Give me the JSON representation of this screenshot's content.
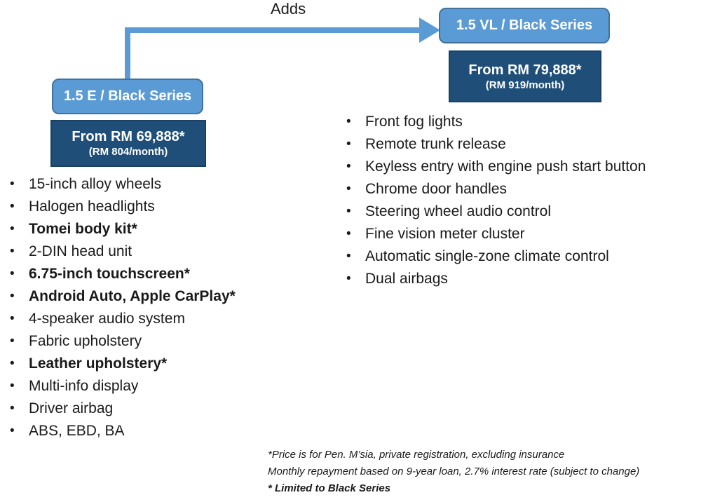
{
  "colors": {
    "accent_blue": "#5b9bd5",
    "accent_blue_border": "#41719c",
    "navy": "#1f4e79",
    "navy_border": "#1a4063",
    "text_dark": "#1a1a1a"
  },
  "icons": {
    "bullet": "•",
    "arrow": "right-arrow"
  },
  "connector": {
    "label": "Adds"
  },
  "left_trim": {
    "name": "1.5 E / Black Series",
    "price": "From RM 69,888*",
    "monthly": "(RM 804/month)"
  },
  "right_trim": {
    "name": "1.5 VL / Black Series",
    "price": "From RM 79,888*",
    "monthly": "(RM 919/month)"
  },
  "left_features": [
    {
      "text": "15-inch alloy wheels",
      "bold": false
    },
    {
      "text": "Halogen headlights",
      "bold": false
    },
    {
      "text": "Tomei body kit*",
      "bold": true
    },
    {
      "text": "2-DIN head unit",
      "bold": false
    },
    {
      "text": "6.75-inch touchscreen*",
      "bold": true
    },
    {
      "text": "Android Auto, Apple CarPlay*",
      "bold": true
    },
    {
      "text": "4-speaker audio system",
      "bold": false
    },
    {
      "text": "Fabric upholstery",
      "bold": false
    },
    {
      "text": "Leather upholstery*",
      "bold": true
    },
    {
      "text": "Multi-info display",
      "bold": false
    },
    {
      "text": "Driver airbag",
      "bold": false
    },
    {
      "text": "ABS, EBD, BA",
      "bold": false
    }
  ],
  "right_features": [
    {
      "text": "Front fog lights",
      "bold": false
    },
    {
      "text": "Remote trunk release",
      "bold": false
    },
    {
      "text": "Keyless entry with engine push start button",
      "bold": false
    },
    {
      "text": "Chrome door handles",
      "bold": false
    },
    {
      "text": "Steering wheel audio control",
      "bold": false
    },
    {
      "text": "Fine vision meter cluster",
      "bold": false
    },
    {
      "text": "Automatic single-zone climate control",
      "bold": false
    },
    {
      "text": "Dual airbags",
      "bold": false
    }
  ],
  "footnotes": [
    {
      "text": "*Price is for Pen. M’sia, private registration, excluding insurance",
      "bold": false
    },
    {
      "text": "Monthly repayment based on 9-year loan, 2.7% interest rate (subject to change)",
      "bold": false
    },
    {
      "text": "* Limited to Black Series",
      "bold": true
    }
  ]
}
